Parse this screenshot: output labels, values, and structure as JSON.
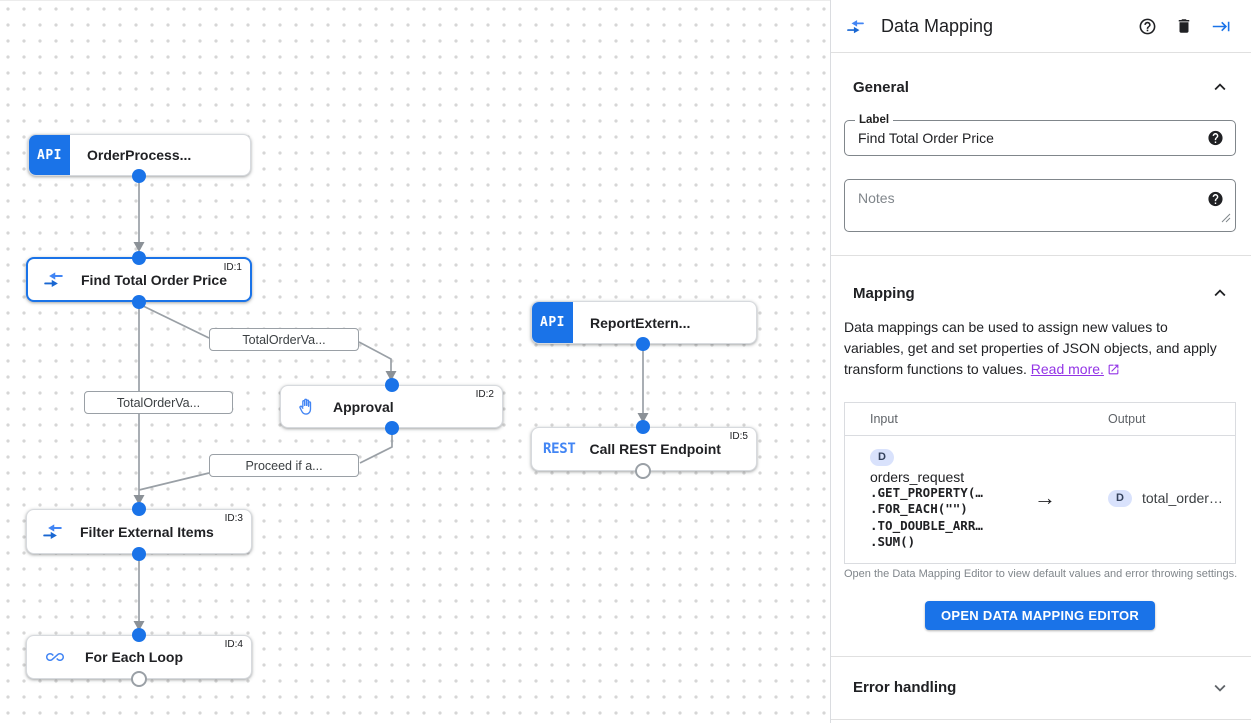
{
  "canvas": {
    "nodes": [
      {
        "name": "order-process-trigger",
        "badge": "API",
        "label": "OrderProcess..."
      },
      {
        "name": "find-total-order-price-task",
        "label": "Find Total Order Price",
        "id_label": "ID:1",
        "selected": true
      },
      {
        "name": "approval-task",
        "label": "Approval",
        "id_label": "ID:2"
      },
      {
        "name": "report-extern-trigger",
        "badge": "API",
        "label": "ReportExtern..."
      },
      {
        "name": "call-rest-endpoint-task",
        "icon_text": "REST",
        "label": "Call REST Endpoint",
        "id_label": "ID:5"
      },
      {
        "name": "filter-external-items-task",
        "label": "Filter External Items",
        "id_label": "ID:3"
      },
      {
        "name": "for-each-loop-task",
        "label": "For Each Loop",
        "id_label": "ID:4"
      }
    ],
    "edge_labels": [
      {
        "text": "TotalOrderVa..."
      },
      {
        "text": "TotalOrderVa..."
      },
      {
        "text": "Proceed if a..."
      }
    ]
  },
  "panel": {
    "header": {
      "title": "Data Mapping"
    },
    "general": {
      "heading": "General",
      "label_field": {
        "label": "Label",
        "value": "Find Total Order Price"
      },
      "notes_field": {
        "placeholder": "Notes"
      }
    },
    "mapping": {
      "heading": "Mapping",
      "description": "Data mappings can be used to assign new values to variables, get and set properties of JSON objects, and apply transform functions to values. ",
      "read_more_label": "Read more.",
      "table": {
        "input_header": "Input",
        "output_header": "Output",
        "row": {
          "input_chip": "D",
          "input_var": "orders_request",
          "input_lines": [
            ".GET_PROPERTY(…",
            ".FOR_EACH(\"\")",
            ".TO_DOUBLE_ARR…",
            ".SUM()"
          ],
          "arrow": "→",
          "output_chip": "D",
          "output_var": "total_order…"
        }
      },
      "caption": "Open the Data Mapping Editor to view default values and error throwing settings.",
      "button_label": "OPEN DATA MAPPING EDITOR"
    },
    "error_handling": {
      "heading": "Error handling"
    }
  },
  "colors": {
    "accent_blue": "#1a73e8",
    "icon_blue": "#4285f4",
    "link_purple": "#9334e6",
    "edge_gray": "#9aa0a6",
    "chip_bg": "#d9e2fc"
  }
}
